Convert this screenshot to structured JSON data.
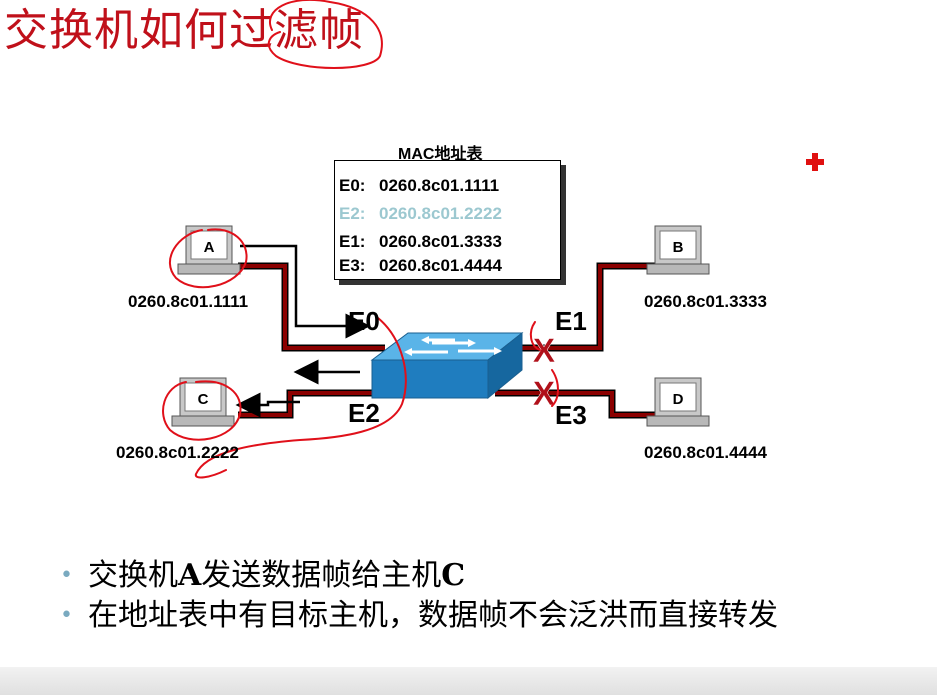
{
  "title": "交换机如何过滤帧",
  "mac_table": {
    "title": "MAC地址表",
    "rows": [
      {
        "port": "E0:",
        "mac": "0260.8c01.1111",
        "highlight": false
      },
      {
        "port": "E2:",
        "mac": "0260.8c01.2222",
        "highlight": true
      },
      {
        "port": "E1:",
        "mac": "0260.8c01.3333",
        "highlight": false
      },
      {
        "port": "E3:",
        "mac": "0260.8c01.4444",
        "highlight": false
      }
    ]
  },
  "hosts": {
    "a": {
      "label": "A",
      "mac": "0260.8c01.1111"
    },
    "b": {
      "label": "B",
      "mac": "0260.8c01.3333"
    },
    "c": {
      "label": "C",
      "mac": "0260.8c01.2222"
    },
    "d": {
      "label": "D",
      "mac": "0260.8c01.4444"
    }
  },
  "ports": {
    "e0": "E0",
    "e1": "E1",
    "e2": "E2",
    "e3": "E3"
  },
  "blocked_marks": {
    "e1": "X",
    "e3": "X"
  },
  "bullets": [
    {
      "parts": [
        {
          "t": "交换机",
          "b": false
        },
        {
          "t": "A",
          "b": true
        },
        {
          "t": "发送数据帧给主机",
          "b": false
        },
        {
          "t": "C",
          "b": true
        }
      ]
    },
    {
      "parts": [
        {
          "t": "在地址表中有目标主机，数据帧不会泛洪而直接转发",
          "b": false
        }
      ]
    }
  ],
  "colors": {
    "title": "#c0101a",
    "link": "#8b0000",
    "annotation": "#e0101a",
    "switch_top": "#4aa8e0",
    "switch_side": "#1f7dbf"
  }
}
